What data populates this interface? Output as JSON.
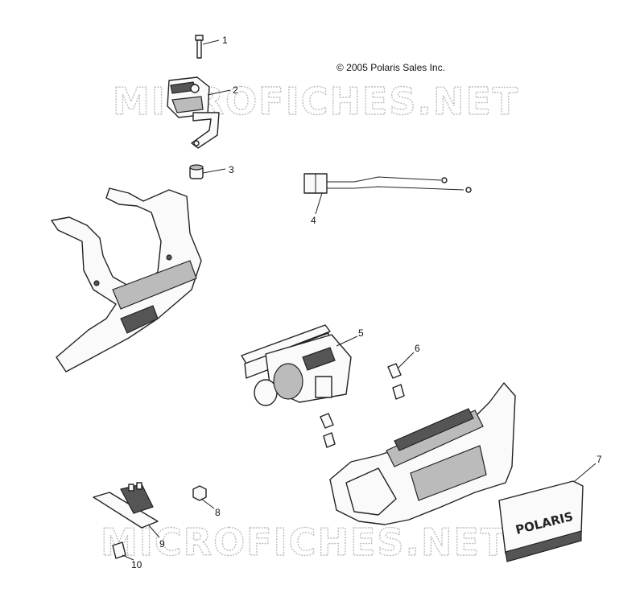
{
  "copyright": "© 2005 Polaris Sales Inc.",
  "watermark": "MICROFICHES.NET",
  "plate_brand": "POLARIS",
  "callouts": [
    "1",
    "2",
    "3",
    "4",
    "5",
    "6",
    "7",
    "8",
    "9",
    "10"
  ]
}
